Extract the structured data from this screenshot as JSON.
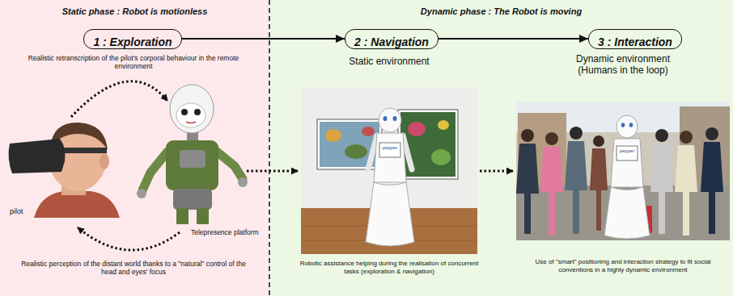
{
  "diagram": {
    "nodes": [
      {
        "text": [
          "Static phase : Robot is motionless"
        ]
      },
      {
        "text": [
          "1 : Exploration"
        ],
        "in": 0
      },
      {
        "text": [
          "Dynamic phase : The Robot is moving"
        ]
      },
      {
        "text": [
          "2 : Navigation"
        ],
        "in": 2
      },
      {
        "text": [
          "3 : Interaction"
        ],
        "in": 2
      }
    ],
    "edges": [
      {
        "from": 1,
        "to": 3,
        "arrow": "to"
      },
      {
        "from": 3,
        "to": 4,
        "arrow": "to"
      }
    ],
    "labels": [
      "Realistic retranscription of the pilot's corporal behaviour in the remote environment",
      "pilot",
      "Telepresence platform",
      "Realistic perception of the distant world thanks to a \"natural\" control of the head and eyes' focus",
      "Static environment",
      "pepper",
      "Robotic assistance helping during the realisation of concurrent tasks (exploration & navigation)",
      "Dynamic environment (Humans in the loop)",
      "pepper",
      "Use of \"smart\" positioning and interaction strategy to fit social conventions in a highly dynamic environment"
    ]
  }
}
